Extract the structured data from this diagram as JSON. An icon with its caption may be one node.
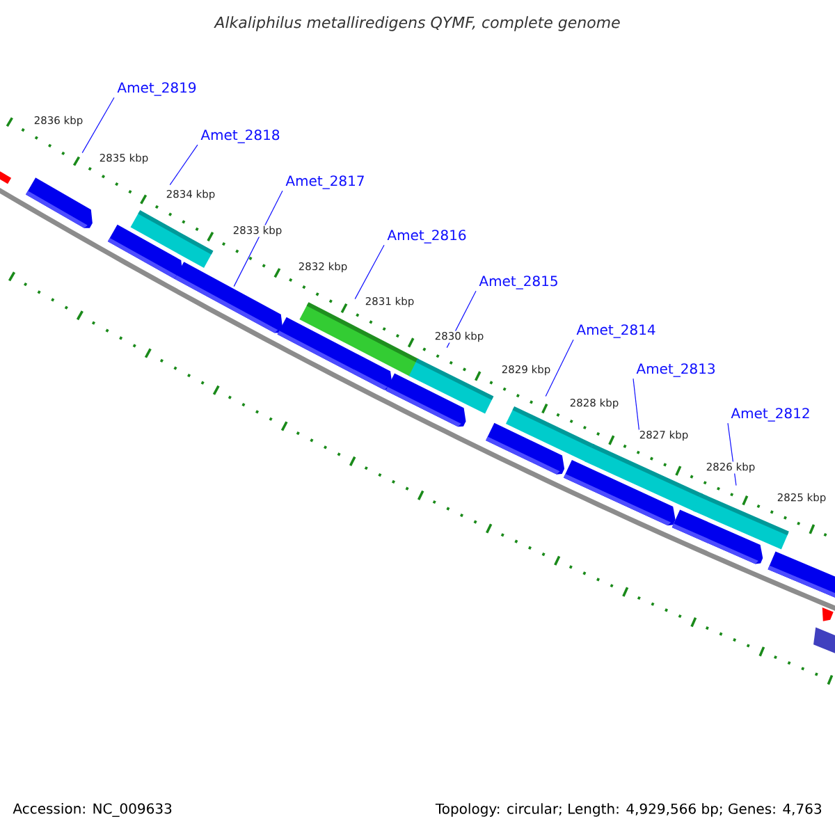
{
  "diagram": {
    "title": "Alkaliphilus metalliredigens QYMF, complete genome",
    "nodes": [
      {
        "text": [
          "Amet_2819"
        ]
      },
      {
        "text": [
          "Amet_2818"
        ]
      },
      {
        "text": [
          "Amet_2817"
        ]
      },
      {
        "text": [
          "Amet_2816"
        ]
      },
      {
        "text": [
          "Amet_2815"
        ]
      },
      {
        "text": [
          "Amet_2814"
        ]
      },
      {
        "text": [
          "Amet_2813"
        ]
      },
      {
        "text": [
          "Amet_2812"
        ]
      },
      {
        "text": [],
        "shape": "bar"
      },
      {
        "text": [],
        "shape": "bar"
      },
      {
        "text": [],
        "shape": "bar"
      },
      {
        "text": [],
        "shape": "bar"
      },
      {
        "text": [],
        "shape": "bar"
      },
      {
        "text": [],
        "shape": "bar"
      },
      {
        "text": [],
        "shape": "bar"
      },
      {
        "text": [],
        "shape": "bar"
      }
    ],
    "edges": [
      {
        "from": 0,
        "to": 8,
        "arrow": "none"
      },
      {
        "from": 1,
        "to": 9,
        "arrow": "none"
      },
      {
        "from": 2,
        "to": 10,
        "arrow": "none"
      },
      {
        "from": 3,
        "to": 11,
        "arrow": "none"
      },
      {
        "from": 4,
        "to": 12,
        "arrow": "none"
      },
      {
        "from": 5,
        "to": 13,
        "arrow": "none"
      },
      {
        "from": 6,
        "to": 14,
        "arrow": "none"
      },
      {
        "from": 7,
        "to": 15,
        "arrow": "none"
      }
    ],
    "labels": [
      "2836 kbp",
      "2835 kbp",
      "2834 kbp",
      "2833 kbp",
      "2832 kbp",
      "2831 kbp",
      "2830 kbp",
      "2829 kbp",
      "2828 kbp",
      "2827 kbp",
      "2826 kbp",
      "2825 kbp",
      "Accession: NC_009633",
      "Topology: circular; Length: 4,929,566 bp; Genes: 4,763"
    ]
  }
}
